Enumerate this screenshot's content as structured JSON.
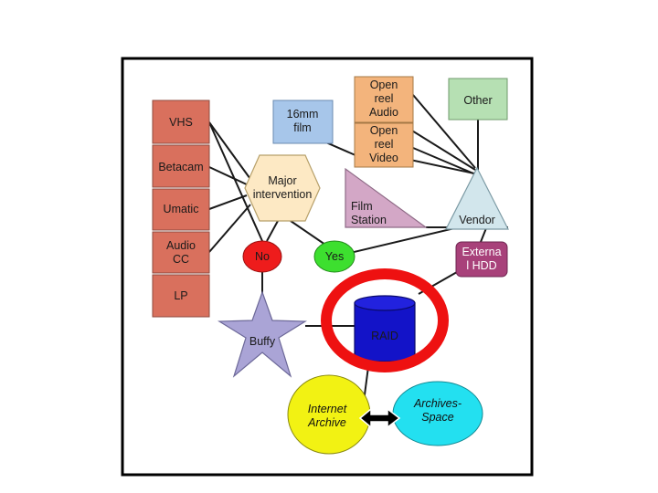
{
  "nodes": {
    "vhs": "VHS",
    "betacam": "Betacam",
    "umatic": "Umatic",
    "audio_cc": [
      "Audio",
      "CC"
    ],
    "lp": "LP",
    "film_16mm": [
      "16mm",
      "film"
    ],
    "open_reel_audio": [
      "Open",
      "reel",
      "Audio"
    ],
    "open_reel_video": [
      "Open",
      "reel",
      "Video"
    ],
    "other": "Other",
    "major_intervention": [
      "Major",
      "intervention"
    ],
    "film_station": [
      "Film",
      "Station"
    ],
    "vendor": "Vendor",
    "no": "No",
    "yes": "Yes",
    "external_hdd": [
      "Externa",
      "l HDD"
    ],
    "buffy": "Buffy",
    "raid": "RAID",
    "internet_archive": [
      "Internet",
      "Archive"
    ],
    "archivesspace": [
      "Archives-",
      "Space"
    ]
  },
  "colors": {
    "legacy_media_box": "#d9705d",
    "film_box": "#a7c6ea",
    "open_reel_box": "#f3b47c",
    "other_box": "#b6e0b3",
    "major_intervention": "#fde9c4",
    "film_station": "#d3a7c6",
    "vendor": "#d2e6ec",
    "no": "#ee1c1c",
    "yes": "#3ddf2f",
    "external_hdd": "#a8417a",
    "buffy": "#aaa4d6",
    "raid": "#1313c8",
    "internet_archive": "#f2f213",
    "archivesspace": "#23e0f0",
    "highlight_ring": "#ee1111"
  }
}
